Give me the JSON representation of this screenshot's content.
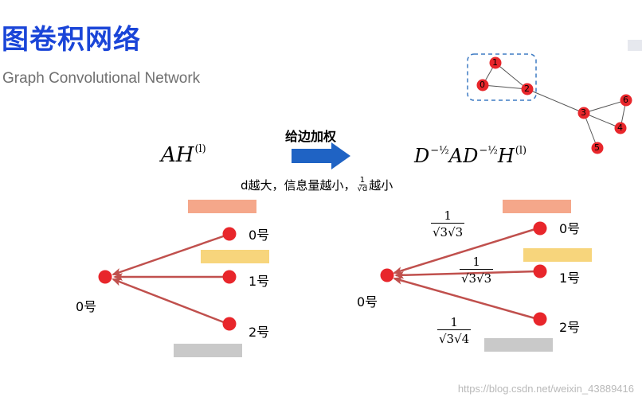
{
  "header": {
    "title_cn": "图卷积网络",
    "title_en": "Graph Convolutional Network"
  },
  "formula_left": {
    "base": "AH",
    "sup": "(l)"
  },
  "arrow": {
    "label": "给边加权",
    "color": "#1f63c4"
  },
  "formula_right": {
    "d1": "D",
    "exp1": "−½",
    "mid": "AD",
    "exp2": "−½",
    "h": "H",
    "sup": "(l)"
  },
  "note": {
    "prefix": "d越大，信息量越小，",
    "frac_num": "1",
    "frac_den": "√d",
    "suffix": "越小"
  },
  "graph": {
    "nodes": [
      "1",
      "0",
      "2",
      "3",
      "6",
      "4",
      "5"
    ],
    "node_color": "#e8262b",
    "selection_box_color": "#3e7bc4"
  },
  "left_diagram": {
    "target_label": "0号",
    "sources": [
      "0号",
      "1号",
      "2号"
    ],
    "bar_colors": [
      "#f5a78a",
      "#f7d57c",
      "#c9c9c9"
    ]
  },
  "right_diagram": {
    "target_label": "0号",
    "sources": [
      "0号",
      "1号",
      "2号"
    ],
    "weights": [
      {
        "num": "1",
        "den": "√3√3"
      },
      {
        "num": "1",
        "den": "√3√3"
      },
      {
        "num": "1",
        "den": "√3√4"
      }
    ],
    "bar_colors": [
      "#f5a78a",
      "#f7d57c",
      "#c9c9c9"
    ]
  },
  "colors": {
    "edge": "#c0504d",
    "node": "#e8262b"
  },
  "watermark": "https://blog.csdn.net/weixin_43889416"
}
